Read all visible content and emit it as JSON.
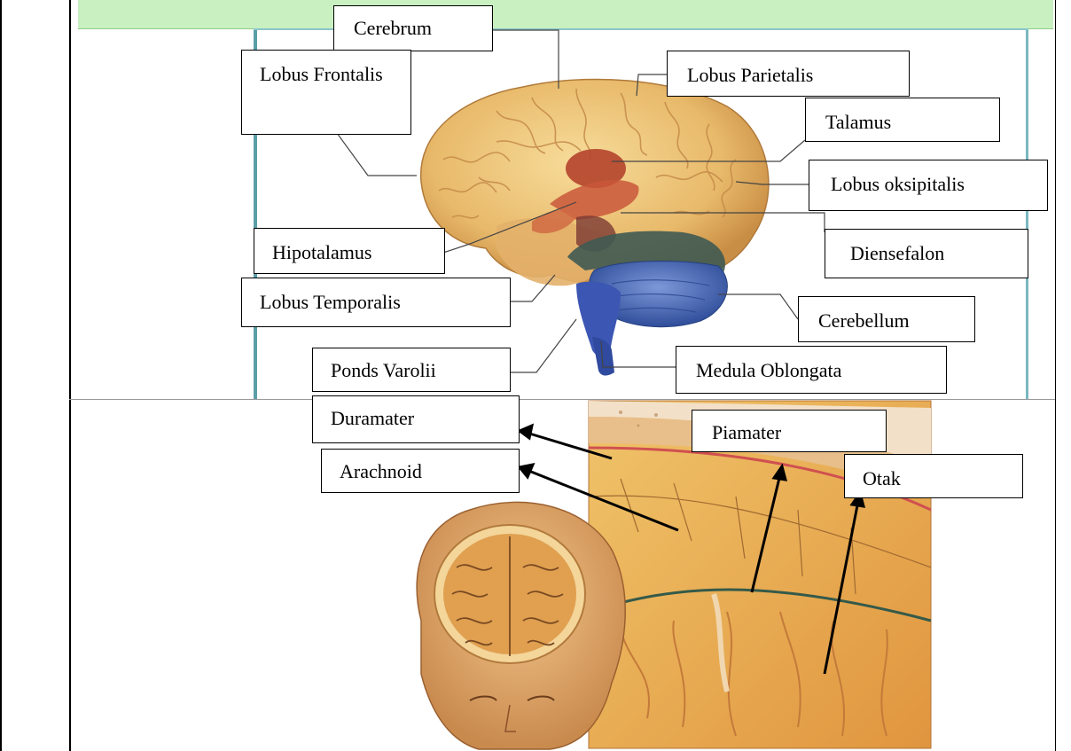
{
  "colors": {
    "top_band": "#c8f0c0",
    "frame_teal": "#5a9fa8",
    "brain_tan": "#e8b96a",
    "cerebellum_blue": "#4d6fbf",
    "thalamus_red": "#b5472f",
    "head_skin": "#d89a5a"
  },
  "diagram_top": {
    "labels": {
      "cerebrum": "Cerebrum",
      "lobus_frontalis": "Lobus Frontalis",
      "lobus_parietalis": "Lobus Parietalis",
      "talamus": "Talamus",
      "lobus_oksipitalis": "Lobus oksipitalis",
      "hipotalamus": "Hipotalamus",
      "diensefalon": "Diensefalon",
      "lobus_temporalis": "Lobus Temporalis",
      "cerebellum": "Cerebellum",
      "ponds_varolii": "Ponds Varolii",
      "medula_oblongata": "Medula Oblongata"
    }
  },
  "diagram_bottom": {
    "labels": {
      "duramater": "Duramater",
      "arachnoid": "Arachnoid",
      "piamater": "Piamater",
      "otak": "Otak"
    }
  }
}
